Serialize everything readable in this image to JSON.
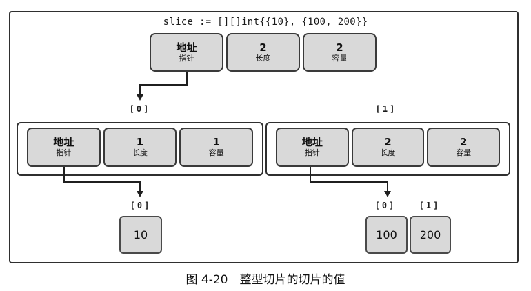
{
  "figure_caption": "图 4-20　整型切片的切片的值",
  "code": "slice := [][]int{{10}, {100, 200}}",
  "outer_slice": {
    "pointer_value": "地址",
    "pointer_label": "指针",
    "length_value": "2",
    "length_label": "长度",
    "capacity_value": "2",
    "capacity_label": "容量"
  },
  "inner_slices": [
    {
      "index": "[0]",
      "pointer_value": "地址",
      "pointer_label": "指针",
      "length_value": "1",
      "length_label": "长度",
      "capacity_value": "1",
      "capacity_label": "容量"
    },
    {
      "index": "[1]",
      "pointer_value": "地址",
      "pointer_label": "指针",
      "length_value": "2",
      "length_label": "长度",
      "capacity_value": "2",
      "capacity_label": "容量"
    }
  ],
  "elements": {
    "slice0": [
      {
        "index": "[0]",
        "value": "10"
      }
    ],
    "slice1": [
      {
        "index": "[0]",
        "value": "100"
      },
      {
        "index": "[1]",
        "value": "200"
      }
    ]
  },
  "colors": {
    "box_fill": "#d9d9d9",
    "box_border": "#3a3a3a",
    "frame_border": "#2f2f2f",
    "arrow_line": "#1f1f1f",
    "text": "#111111",
    "background": "#ffffff"
  }
}
